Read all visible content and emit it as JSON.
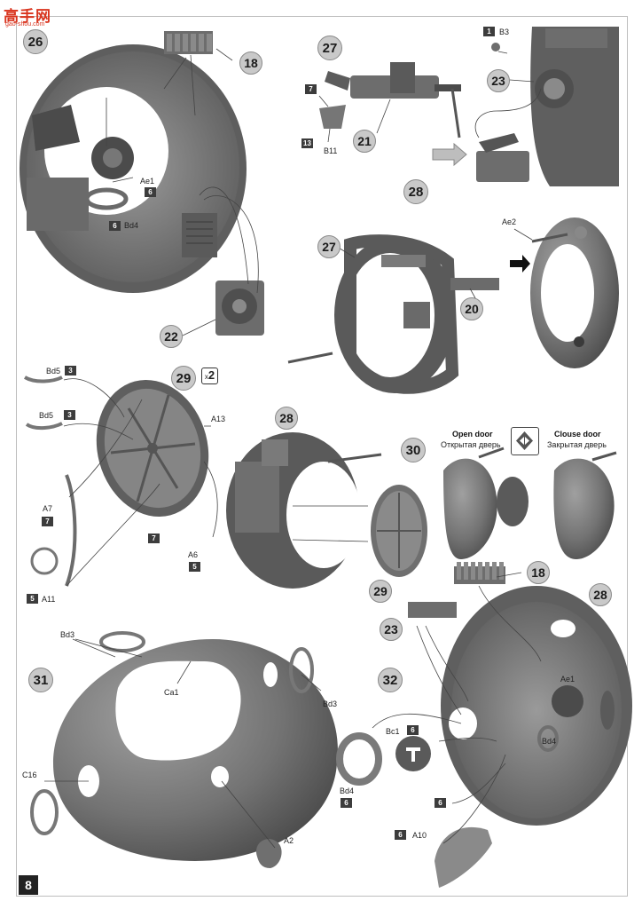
{
  "watermark": {
    "main": "高手网",
    "sub": "gao-shou.com"
  },
  "page_number": "8",
  "steps": {
    "s26": {
      "num": "26",
      "labels": {
        "p18": "18",
        "ae1": "Ae1",
        "ae1_qty": "6",
        "bd4": "Bd4",
        "bd4_qty": "6",
        "p22": "22"
      }
    },
    "s27": {
      "num": "27",
      "labels": {
        "qty7": "7",
        "b11": "B11",
        "qty13": "13",
        "p21": "21"
      }
    },
    "s27b": {
      "labels": {
        "b3_qty": "1",
        "b3": "B3",
        "p23": "23"
      }
    },
    "s28": {
      "num": "28",
      "labels": {
        "p27": "27",
        "p20": "20",
        "ae2": "Ae2"
      }
    },
    "s29": {
      "num": "29",
      "multiplier": "2",
      "multiplier_sign": "x",
      "labels": {
        "bd5a": "Bd5",
        "bd5a_qty": "3",
        "bd5b": "Bd5",
        "bd5b_qty": "3",
        "a13": "A13",
        "a7": "A7",
        "a7_qty": "7",
        "qty7b": "7",
        "a6": "A6",
        "a6_qty": "5",
        "a11": "A11",
        "a11_qty": "5"
      }
    },
    "s30": {
      "num": "30",
      "labels": {
        "p28": "28",
        "p29": "29"
      },
      "open_door_en": "Open door",
      "open_door_ru": "Открытая дверь",
      "close_door_en": "Clouse door",
      "close_door_ru": "Закрытая дверь"
    },
    "s31": {
      "num": "31",
      "labels": {
        "bd3a": "Bd3",
        "ca1": "Ca1",
        "bd3b": "Bd3",
        "c16": "C16",
        "a2": "A2"
      }
    },
    "s32": {
      "num": "32",
      "labels": {
        "p18": "18",
        "p28": "28",
        "p23": "23",
        "ae1": "Ae1",
        "bc1": "Bc1",
        "bc1_qty": "6",
        "bd4r": "Bd4",
        "bd4l": "Bd4",
        "bd4l_qty": "6",
        "qty6": "6",
        "a10_qty": "6",
        "a10": "A10"
      }
    }
  },
  "colors": {
    "part_gray": "#6f6f6f",
    "part_dark": "#4a4a4a",
    "part_light": "#8d8d8d",
    "badge": "#3c3c3c",
    "watermark": "#d9341e"
  }
}
